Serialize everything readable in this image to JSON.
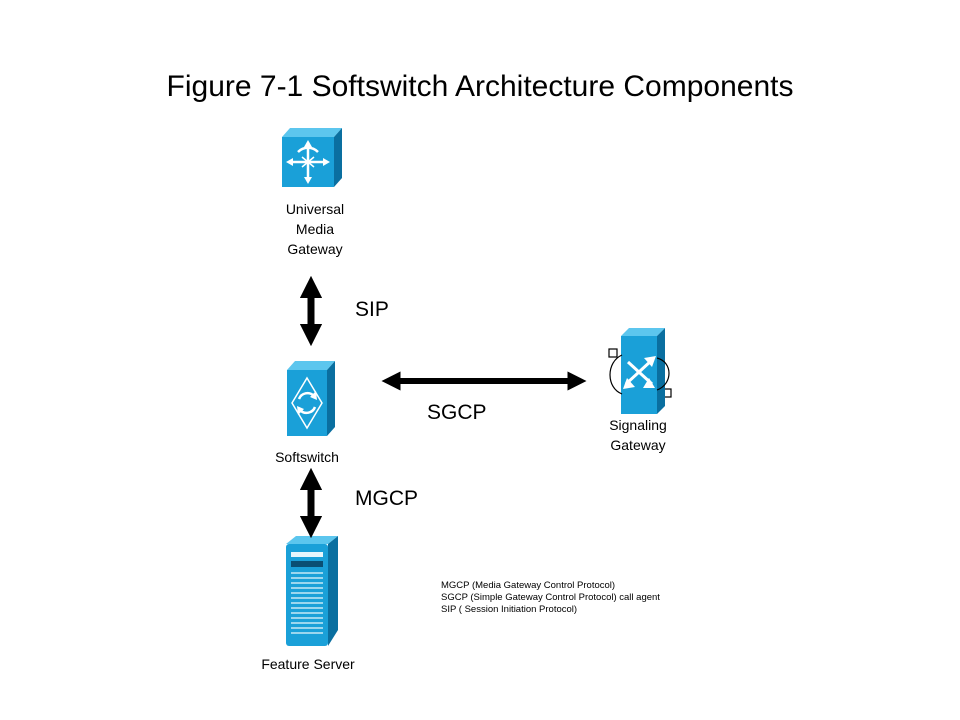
{
  "title": "Figure 7-1 Softswitch Architecture Components",
  "nodes": {
    "universal_media_gateway": {
      "line1": "Universal",
      "line2": "Media",
      "line3": "Gateway"
    },
    "softswitch": {
      "label": "Softswitch"
    },
    "signaling_gateway": {
      "line1": "Signaling",
      "line2": "Gateway"
    },
    "feature_server": {
      "label": "Feature Server"
    }
  },
  "links": {
    "sip": "SIP",
    "sgcp": "SGCP",
    "mgcp": "MGCP"
  },
  "legend": {
    "line1": "MGCP (Media Gateway Control Protocol)",
    "line2": "SGCP (Simple Gateway Control Protocol) call agent",
    "line3": "SIP ( Session Initiation Protocol)"
  },
  "colors": {
    "device_front": "#1aa0d8",
    "device_side": "#0a6fa0",
    "device_top": "#5cc6ee",
    "arrow": "#000000"
  }
}
